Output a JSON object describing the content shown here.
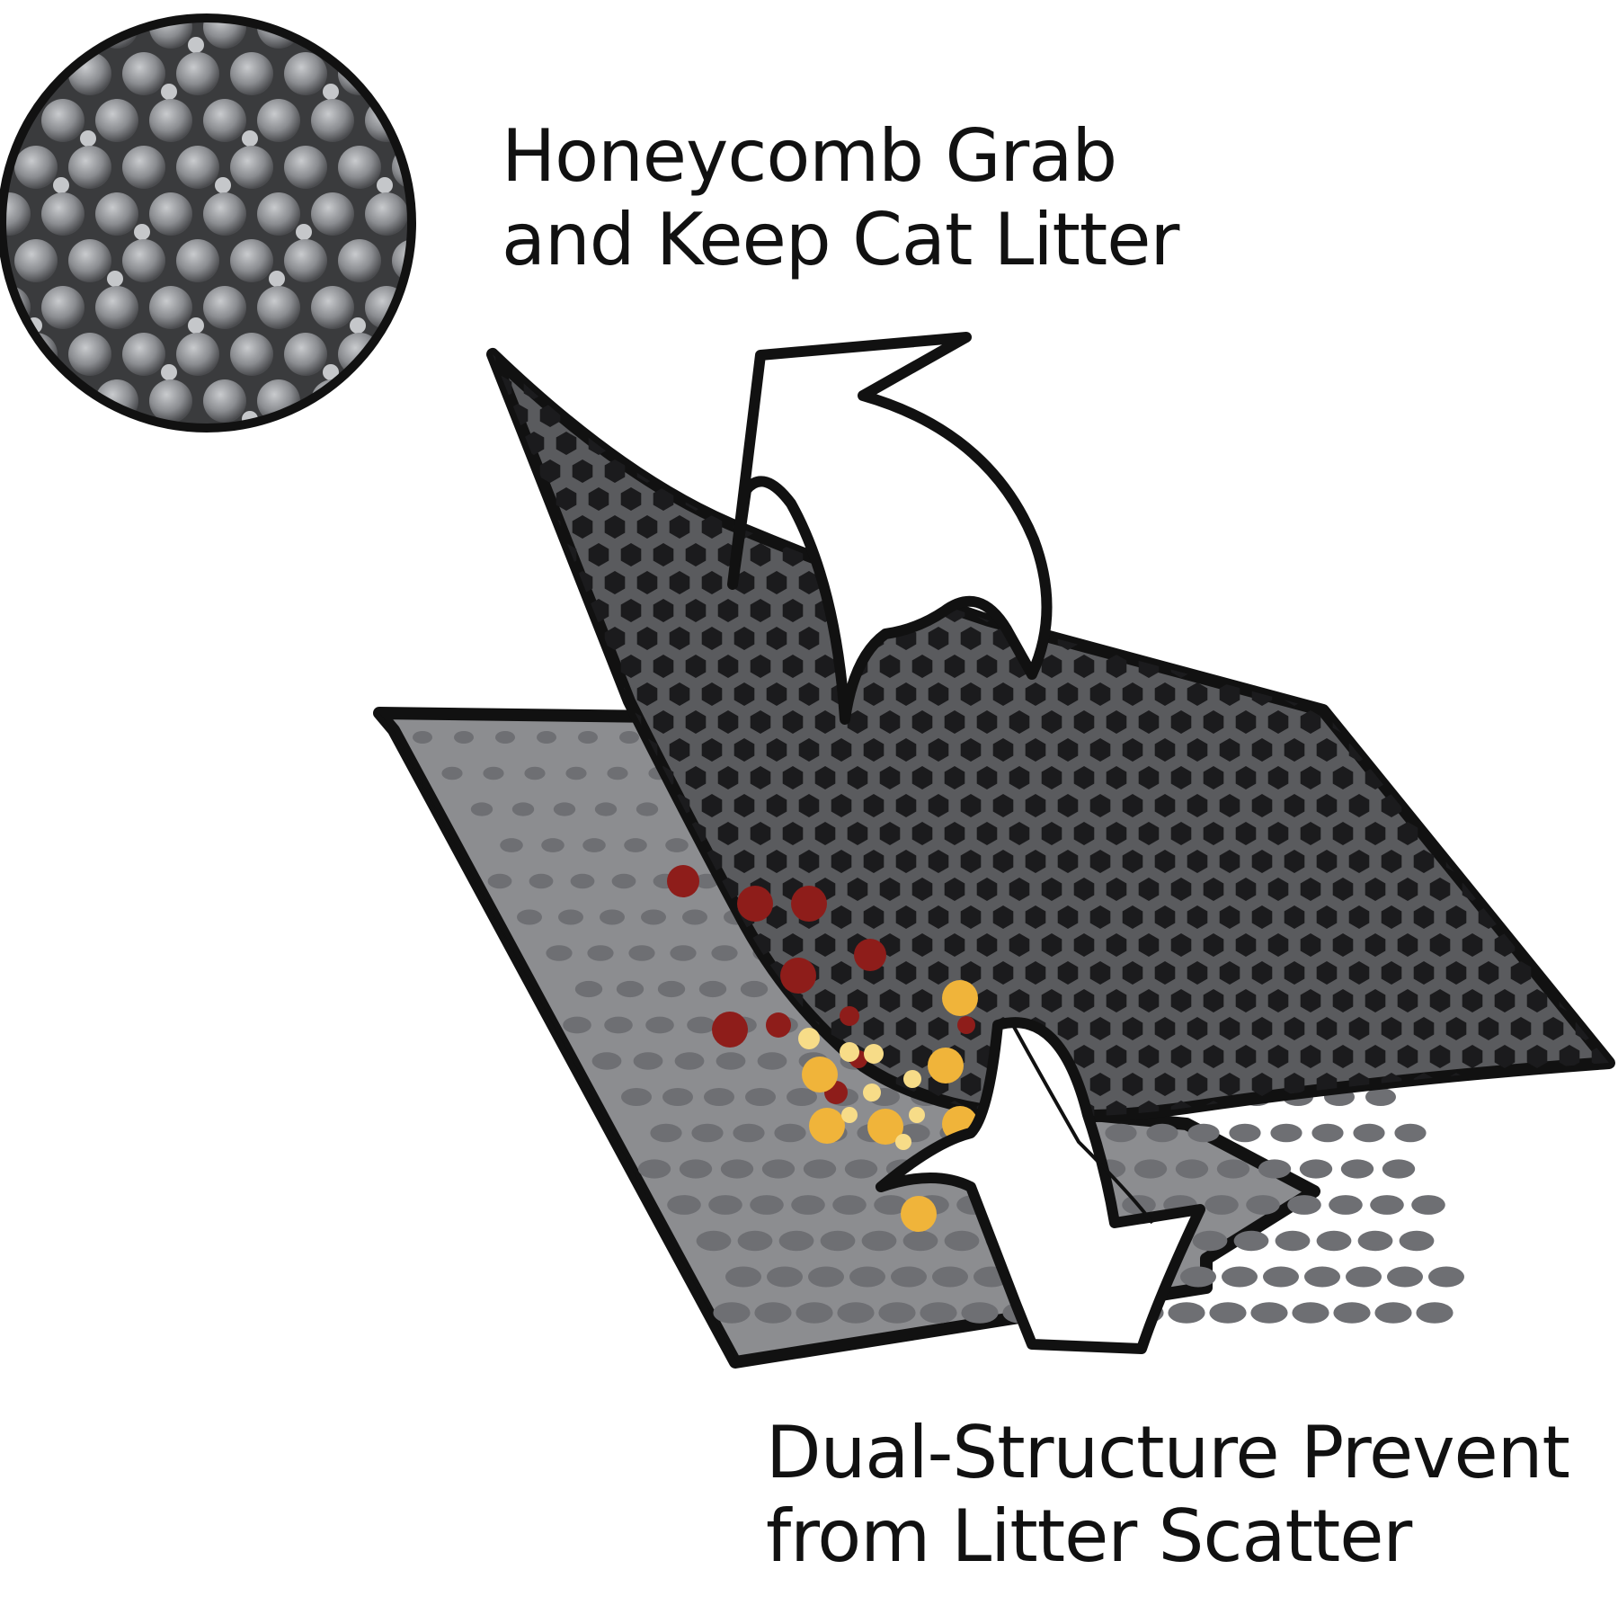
{
  "captions": {
    "top": {
      "line1": "Honeycomb Grab",
      "line2": "and Keep Cat Litter"
    },
    "bottom": {
      "line1": "Dual-Structure Prevent",
      "line2": "from Litter Scatter"
    }
  },
  "colors": {
    "background": "#ffffff",
    "outline": "#111111",
    "bottom_layer": "#8c8d90",
    "bottom_layer_dots": "#6e6f73",
    "top_layer": "#5a5b5e",
    "hex_cells": "#1b1b1d",
    "litter_red": "#8e1d1a",
    "litter_orange": "#f0b43a",
    "litter_pale": "#f7dc88",
    "arrow_fill": "#ffffff"
  },
  "icons": {
    "closeup": "honeycomb-closeup-icon",
    "arrow_up": "curved-arrow-up-icon",
    "arrow_down": "curved-arrow-down-icon"
  }
}
